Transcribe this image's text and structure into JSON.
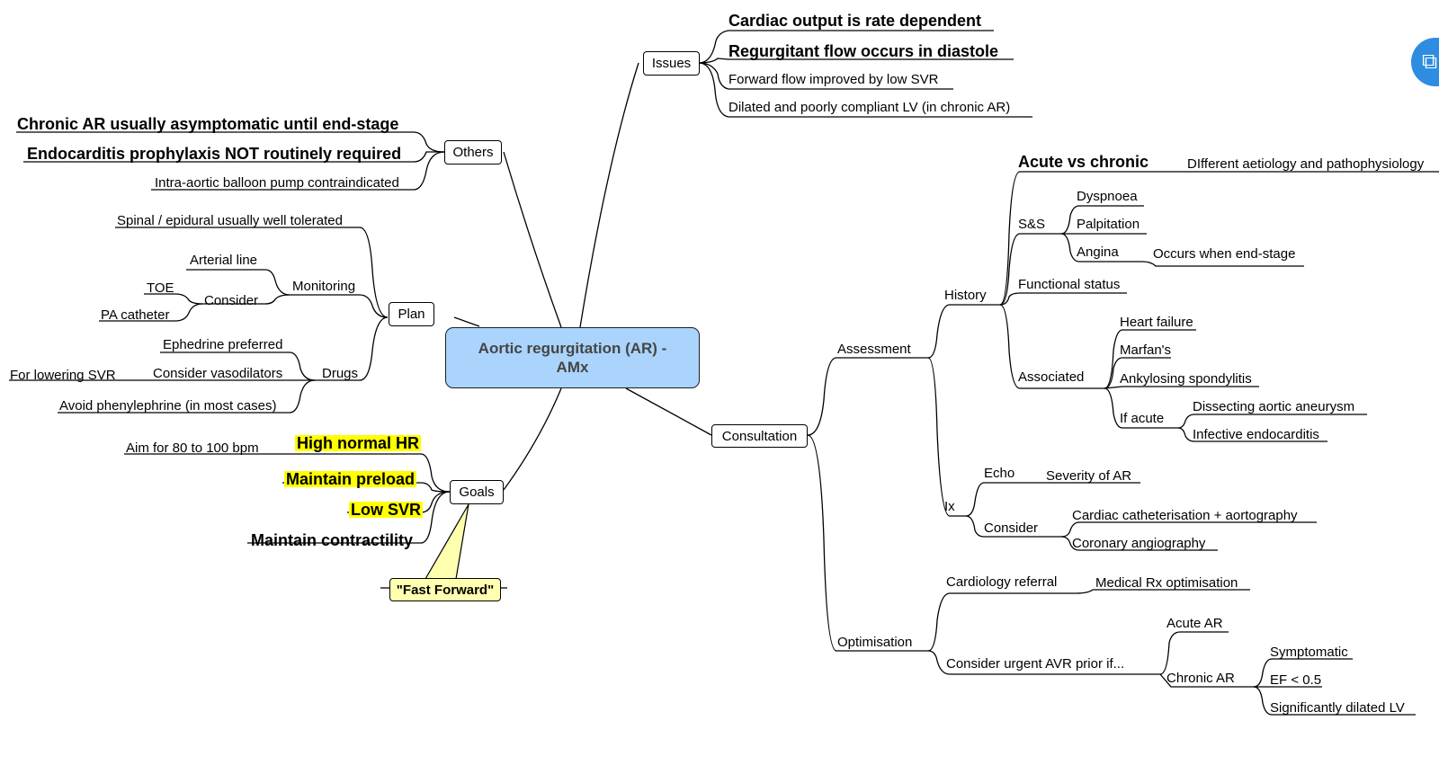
{
  "central": {
    "line1": "Aortic regurgitation (AR) -",
    "line2": "AMx"
  },
  "branches": {
    "issues": {
      "label": "Issues",
      "items": [
        "Cardiac output is rate dependent",
        "Regurgitant flow occurs in diastole",
        "Forward flow improved by low SVR",
        "Dilated and poorly compliant LV (in chronic AR)"
      ]
    },
    "others": {
      "label": "Others",
      "items": [
        "Chronic AR usually asymptomatic until end-stage",
        "Endocarditis prophylaxis NOT routinely required",
        "Intra-aortic balloon pump contraindicated"
      ]
    },
    "plan": {
      "label": "Plan",
      "spinal": "Spinal / epidural usually well tolerated",
      "monitoring": {
        "label": "Monitoring",
        "arterial": "Arterial line",
        "consider": "Consider",
        "toe": "TOE",
        "pa": "PA catheter"
      },
      "drugs": {
        "label": "Drugs",
        "ephedrine": "Ephedrine preferred",
        "vasodilators": "Consider vasodilators",
        "lowering": "For lowering SVR",
        "avoid": "Avoid phenylephrine (in most cases)"
      }
    },
    "goals": {
      "label": "Goals",
      "hr": "High normal HR",
      "hr_aim": "Aim for 80 to 100 bpm",
      "preload": "Maintain preload",
      "svr": "Low SVR",
      "contractility": "Maintain contractility",
      "callout": "\"Fast Forward\""
    },
    "consultation": {
      "label": "Consultation",
      "assessment": {
        "label": "Assessment",
        "history": {
          "label": "History",
          "acute": "Acute vs chronic",
          "aetiology": "DIfferent aetiology and pathophysiology",
          "ss": "S&S",
          "dyspnoea": "Dyspnoea",
          "palpitation": "Palpitation",
          "angina": "Angina",
          "endstage": "Occurs when end-stage",
          "functional": "Functional status",
          "associated": "Associated",
          "heart_failure": "Heart failure",
          "marfan": "Marfan's",
          "ankylosing": "Ankylosing spondylitis",
          "if_acute": "If acute",
          "dissecting": "Dissecting aortic aneurysm",
          "infective": "Infective endocarditis"
        },
        "ix": {
          "label": "Ix",
          "echo": "Echo",
          "severity": "Severity of AR",
          "consider": "Consider",
          "cath": "Cardiac catheterisation + aortography",
          "coronary": "Coronary angiography"
        }
      },
      "optimisation": {
        "label": "Optimisation",
        "referral": "Cardiology referral",
        "medical": "Medical Rx optimisation",
        "urgent": "Consider urgent AVR prior if...",
        "acute_ar": "Acute AR",
        "chronic_ar": "Chronic AR",
        "symptomatic": "Symptomatic",
        "ef": "EF < 0.5",
        "dilated": "Significantly dilated LV"
      }
    }
  },
  "colors": {
    "central_fill": "#aad4fb",
    "highlight": "#ffff00",
    "callout_fill": "#ffffb0",
    "side_button": "#2e8de0"
  }
}
